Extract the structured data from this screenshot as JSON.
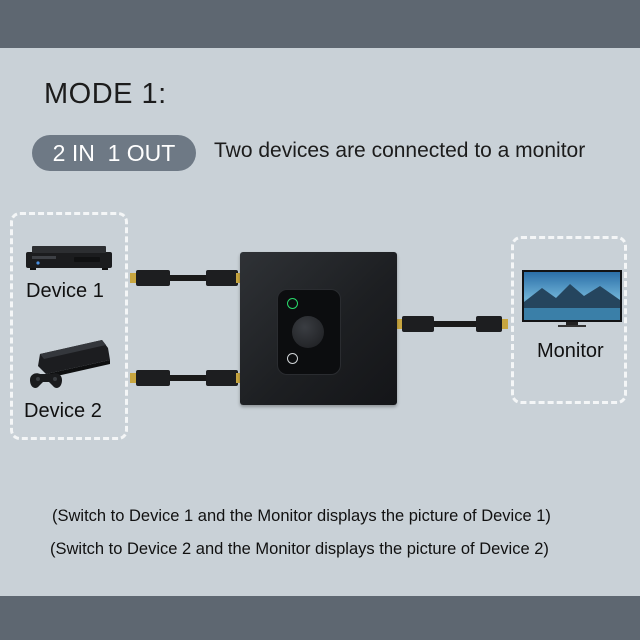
{
  "mode_title": "MODE 1:",
  "pill_label": "2 IN  1 OUT",
  "subtitle": "Two devices are connected to a monitor",
  "devices": [
    {
      "label": "Device 1",
      "icon": "dvd-player-icon"
    },
    {
      "label": "Device 2",
      "icon": "game-console-icon"
    }
  ],
  "monitor": {
    "label": "Monitor",
    "icon": "monitor-icon"
  },
  "notes": [
    "(Switch to Device 1 and the Monitor displays the picture of Device 1)",
    "(Switch to Device 2 and the Monitor displays the picture of Device 2)"
  ],
  "colors": {
    "panel_bg": "#c9d1d7",
    "band": "#5e6771",
    "pill_bg": "#6e7985",
    "cable": "#1a1a1a",
    "hdmi_gold": "#c8a640",
    "led_green": "#29d86a"
  }
}
